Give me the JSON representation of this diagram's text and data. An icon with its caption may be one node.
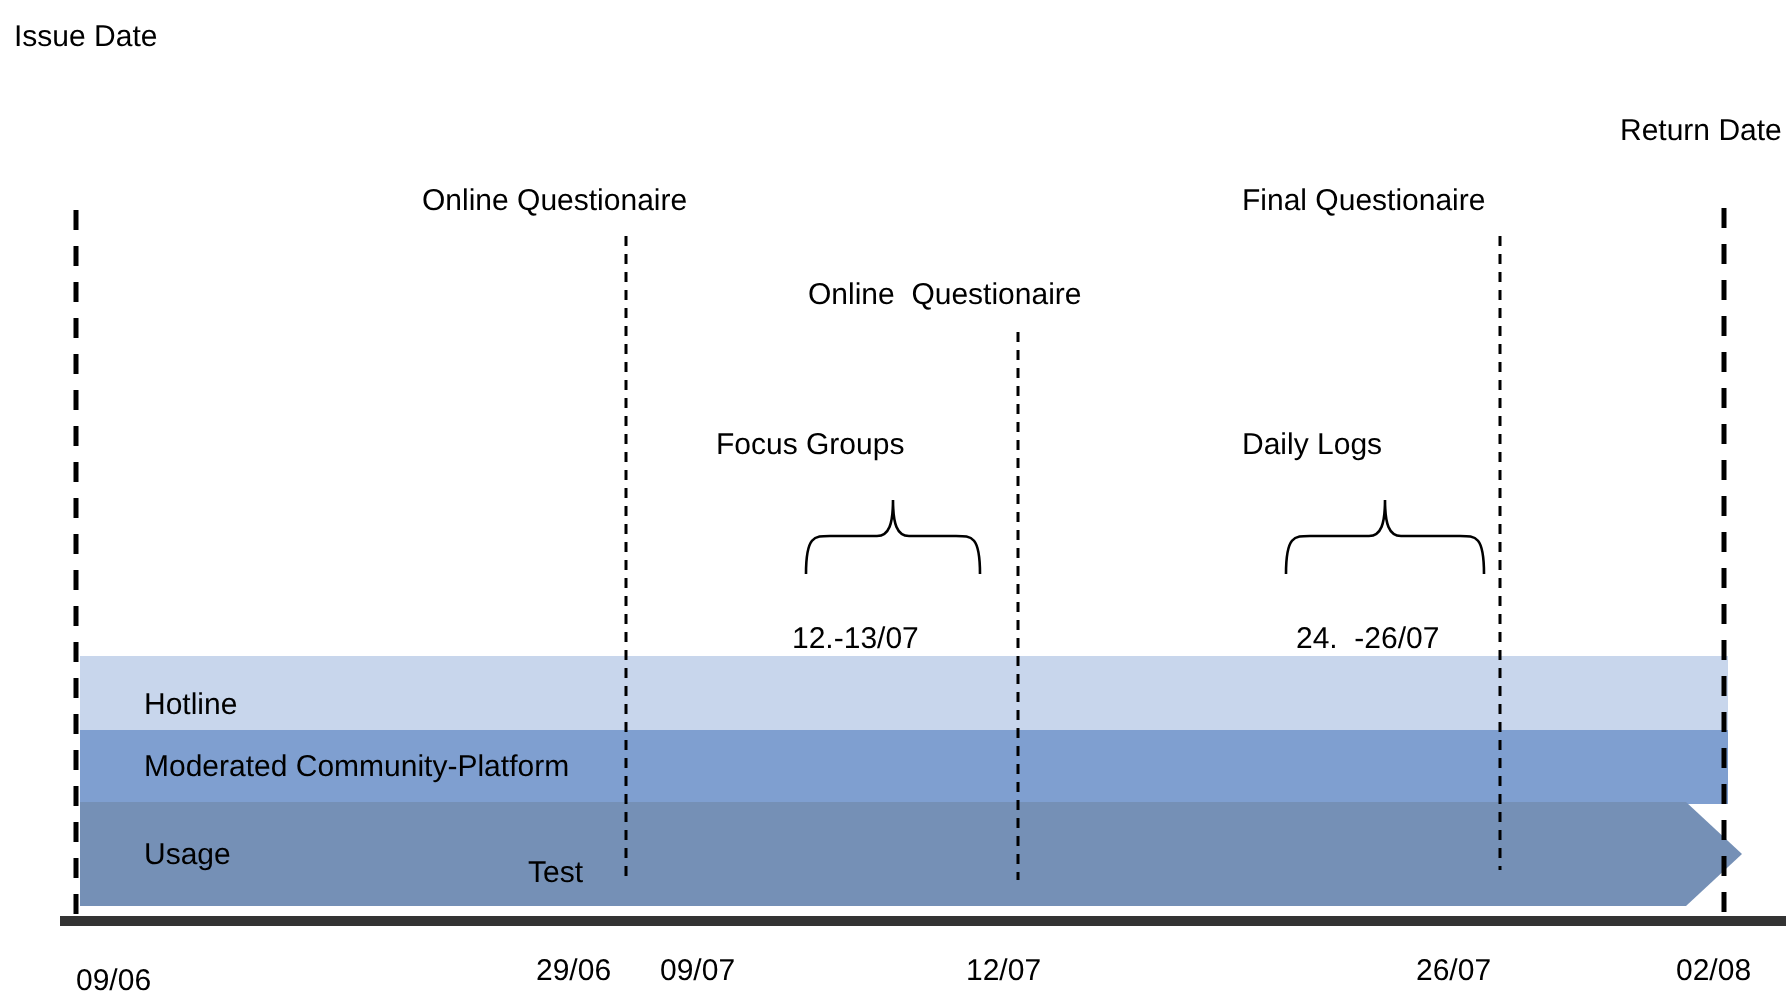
{
  "diagram": {
    "nodes": [
      {
        "text": [
          "Hotline"
        ]
      },
      {
        "text": [
          "Moderated Community-Platform"
        ]
      },
      {
        "text": [
          "Usage"
        ]
      }
    ],
    "labels": [
      "Issue Date",
      "Return Date",
      "Online Questionaire",
      "Final Questionaire",
      "Online  Questionaire",
      "Focus Groups",
      "Daily Logs",
      "12.-13/07",
      "24.  -26/07",
      "Test",
      "09/06",
      "29/06",
      "09/07",
      "12/07",
      "26/07",
      "02/08"
    ]
  }
}
